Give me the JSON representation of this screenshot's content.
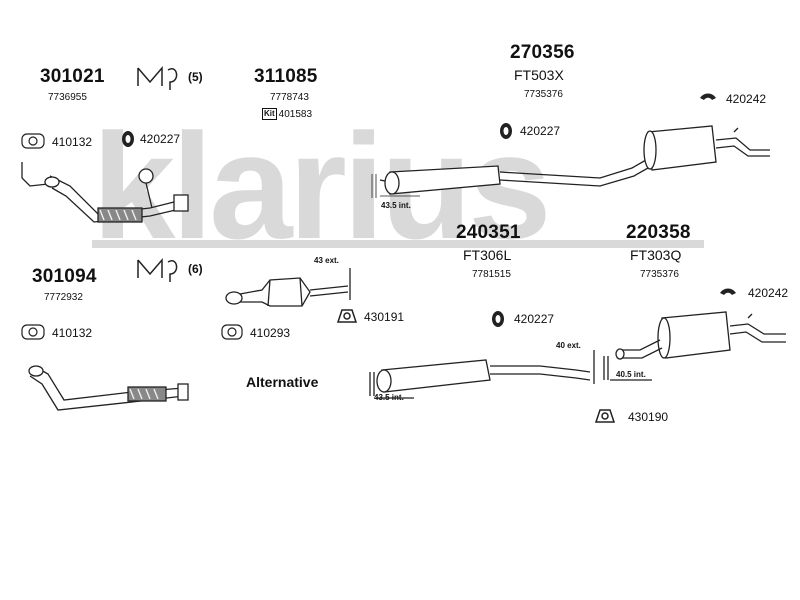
{
  "brand": {
    "watermark": "klarius",
    "watermark_color": "#d9d9d9"
  },
  "parts": {
    "p301021": {
      "number": "301021",
      "ref": "7736955"
    },
    "p311085": {
      "number": "311085",
      "ref": "7778743",
      "kit_label": "Kit",
      "kit_ref": "401583"
    },
    "p270356": {
      "number": "270356",
      "code": "FT503X",
      "ref": "7735376"
    },
    "p240351": {
      "number": "240351",
      "code": "FT306L",
      "ref": "7781515"
    },
    "p220358": {
      "number": "220358",
      "code": "FT303Q",
      "ref": "7735376"
    },
    "p301094": {
      "number": "301094",
      "ref": "7772932"
    }
  },
  "mounting_kits": {
    "kit_a": "(5)",
    "kit_b": "(6)"
  },
  "fittings": {
    "f410132a": "410132",
    "f420227a": "420227",
    "f420227b": "420227",
    "f420242a": "420242",
    "f420242b": "420242",
    "f410132b": "410132",
    "f410293": "410293",
    "f430191": "430191",
    "f420227c": "420227",
    "f430190": "430190"
  },
  "dimensions": {
    "d1": "43.5 int.",
    "d2": "43 ext.",
    "d3": "40 ext.",
    "d4": "40.5 int.",
    "d5": "43.5 int."
  },
  "alternative_label": "Alternative"
}
